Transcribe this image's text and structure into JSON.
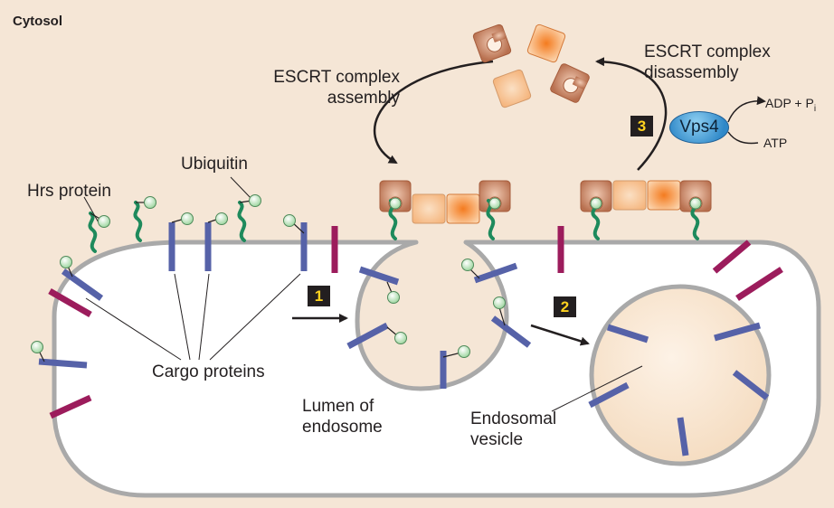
{
  "labels": {
    "cytosol": "Cytosol",
    "escrt_assembly": "ESCRT complex\nassembly",
    "escrt_disassembly": "ESCRT complex\ndisassembly",
    "vps4": "Vps4",
    "adp": "ADP + P",
    "adp_sub": "i",
    "atp": "ATP",
    "ubiquitin": "Ubiquitin",
    "hrs_protein": "Hrs protein",
    "cargo_proteins": "Cargo proteins",
    "lumen": "Lumen of\nendosome",
    "endosomal_vesicle": "Endosomal\nvesicle"
  },
  "steps": [
    "1",
    "2",
    "3"
  ],
  "colors": {
    "background": "#f5e6d6",
    "endosome_fill": "#ffffff",
    "membrane": "#a9a9a9",
    "cargo_blue": "#5662a8",
    "cargo_magenta": "#9c1c5c",
    "hrs_green": "#1e8a5c",
    "ubiquitin": "#c9ecc8",
    "escrt_orange": "#f6923d",
    "escrt_light": "#f9cfa5",
    "escrt_brown": "#c4876a",
    "vps4_blue": "#3b95d1",
    "step_badge": "#231f20",
    "step_number": "#ffd21f"
  }
}
